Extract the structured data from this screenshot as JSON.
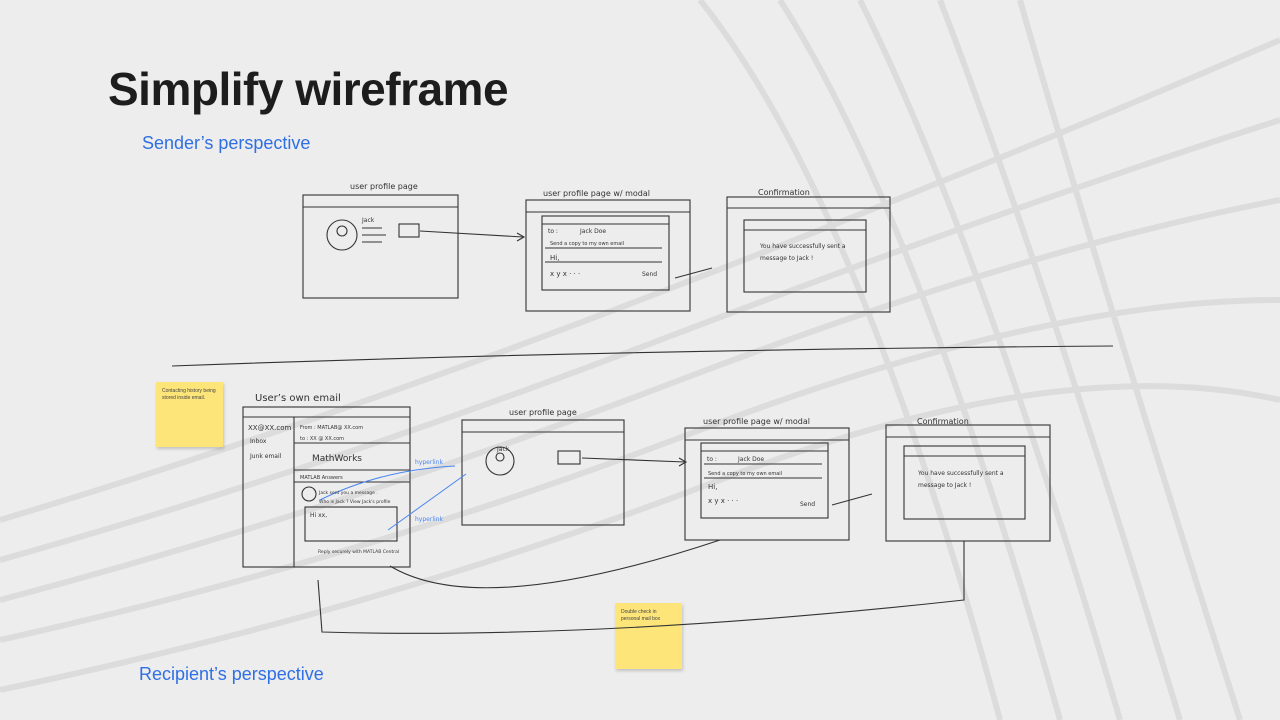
{
  "title": "Simplify wireframe",
  "sender_label": "Sender’s  perspective",
  "recipient_label": "Recipient’s  perspective",
  "sticky_notes": [
    {
      "text": "Contacting history being stored inside email."
    },
    {
      "text": "Double  check in personal mail box"
    }
  ],
  "sketches": {
    "profile_page": "user profile page",
    "profile_modal": "user profile page w/ modal",
    "confirmation": "Confirmation",
    "own_email": "User’s own email",
    "jack": "Jack",
    "to": "to :",
    "jack_doe": "Jack Doe",
    "send_copy": "Send a copy to my own email",
    "hi": "Hi,",
    "xyx": "x y x · · ·",
    "send": "Send",
    "confirm_msg_1": "You have successfully sent a",
    "confirm_msg_2": "message to Jack !",
    "email_account": "XX@XX.com",
    "inbox": "Inbox",
    "junk": "Junk email",
    "from": "From : MATLAB@ XX.com",
    "to_addr": "to : XX @ XX.com",
    "mathworks": "MathWorks",
    "matlab_answers": "MATLAB Answers",
    "sent_msg": "Jack sent you a message .",
    "who_is": "Who is Jack ? View Jack's profile",
    "hi_xx": "Hi xx,",
    "reply": "Reply securely with MATLAB Central",
    "hyperlink": "hyperlink"
  }
}
